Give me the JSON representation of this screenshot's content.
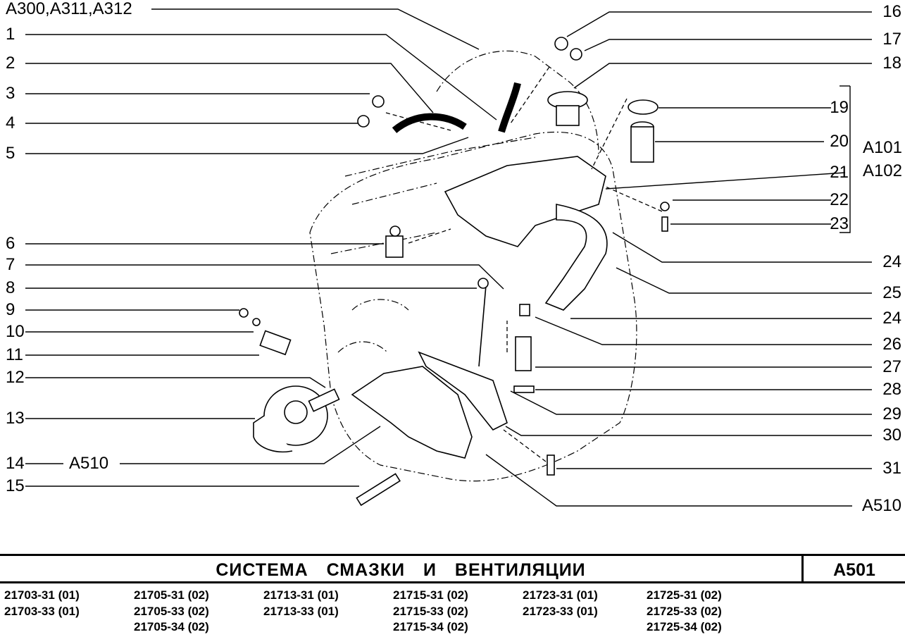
{
  "callouts_left": [
    {
      "id": "A300,A311,A312"
    },
    {
      "id": "1"
    },
    {
      "id": "2"
    },
    {
      "id": "3"
    },
    {
      "id": "4"
    },
    {
      "id": "5"
    },
    {
      "id": "6"
    },
    {
      "id": "7"
    },
    {
      "id": "8"
    },
    {
      "id": "9"
    },
    {
      "id": "10"
    },
    {
      "id": "11"
    },
    {
      "id": "12"
    },
    {
      "id": "13"
    },
    {
      "id": "14"
    },
    {
      "id": "15"
    }
  ],
  "callout_14_ref": "A510",
  "callouts_right": [
    {
      "id": "16"
    },
    {
      "id": "17"
    },
    {
      "id": "18"
    },
    {
      "id": "19"
    },
    {
      "id": "20"
    },
    {
      "id": "21"
    },
    {
      "id": "22"
    },
    {
      "id": "23"
    },
    {
      "id": "24"
    },
    {
      "id": "25"
    },
    {
      "id": "24"
    },
    {
      "id": "26"
    },
    {
      "id": "27"
    },
    {
      "id": "28"
    },
    {
      "id": "29"
    },
    {
      "id": "30"
    },
    {
      "id": "31"
    },
    {
      "id": "A510"
    }
  ],
  "group_refs": [
    "A101",
    "A102"
  ],
  "footer": {
    "title": "СИСТЕМА СМАЗКИ И ВЕНТИЛЯЦИИ",
    "code": "A501",
    "variants": [
      [
        "21703-31 (01)",
        "21703-33 (01)"
      ],
      [
        "21705-31 (02)",
        "21705-33 (02)",
        "21705-34 (02)"
      ],
      [
        "21713-31 (01)",
        "21713-33 (01)"
      ],
      [
        "21715-31 (02)",
        "21715-33 (02)",
        "21715-34 (02)"
      ],
      [
        "21723-31 (01)",
        "21723-33 (01)"
      ],
      [
        "21725-31 (02)",
        "21725-33 (02)",
        "21725-34 (02)"
      ]
    ]
  }
}
